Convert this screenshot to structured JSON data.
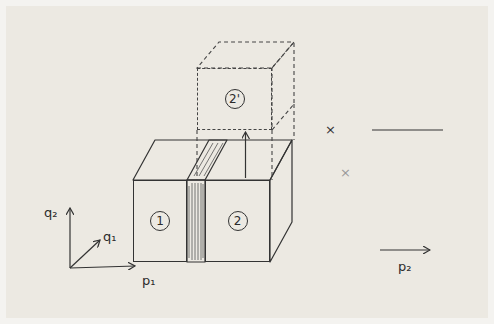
{
  "diagram": {
    "nodes": [
      {
        "text": [
          "1"
        ]
      },
      {
        "text": [
          "2"
        ]
      },
      {
        "text": [
          "2'"
        ]
      }
    ],
    "edges": [
      {
        "from": 1,
        "to": 2,
        "arrow": "to"
      }
    ],
    "labels": [
      "×",
      "×",
      "q₂",
      "q₁",
      "p₁",
      "p₂"
    ]
  }
}
